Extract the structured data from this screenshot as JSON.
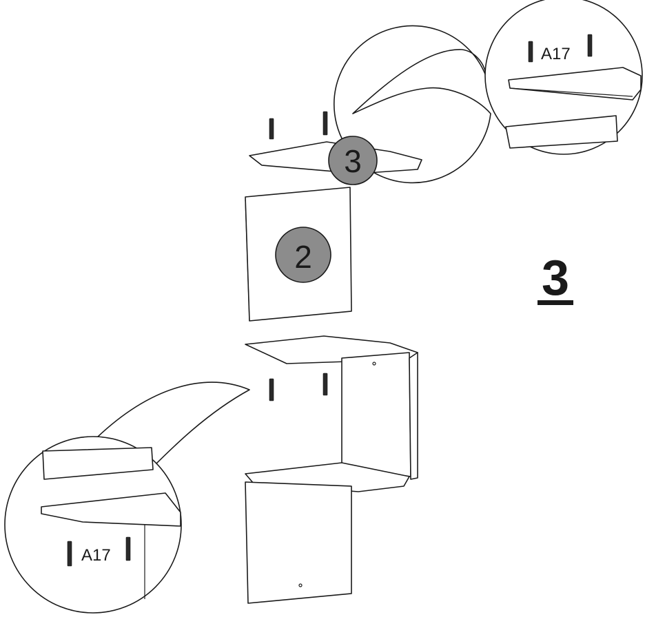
{
  "step_number": "3",
  "badges": {
    "top_shelf": "3",
    "panel": "2"
  },
  "callouts": {
    "top_label": "A17",
    "bottom_label": "A17"
  },
  "colors": {
    "badge_fill": "#8c8c8c",
    "line": "#1a1a1a"
  },
  "icons": [
    "screw-icon"
  ]
}
